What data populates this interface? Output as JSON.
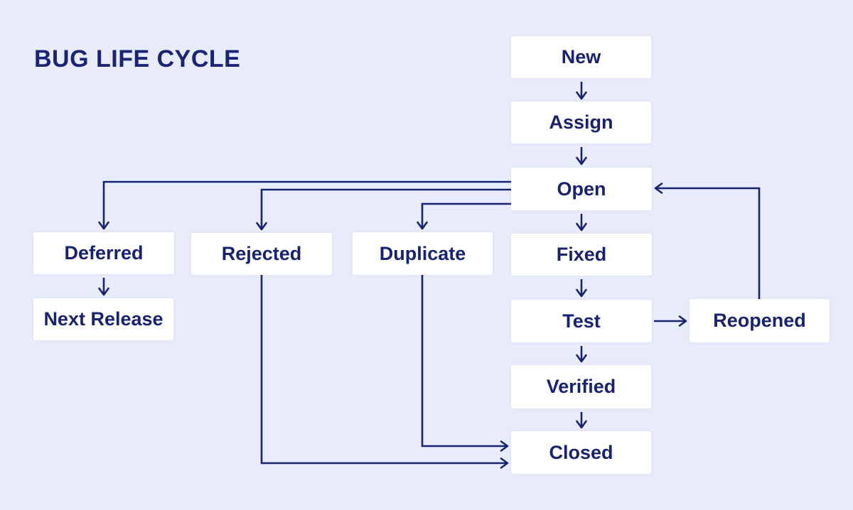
{
  "title": "BUG LIFE CYCLE",
  "nodes": [
    {
      "id": "new",
      "label": "New"
    },
    {
      "id": "assign",
      "label": "Assign"
    },
    {
      "id": "open",
      "label": "Open"
    },
    {
      "id": "deferred",
      "label": "Deferred"
    },
    {
      "id": "next-release",
      "label": "Next Release"
    },
    {
      "id": "rejected",
      "label": "Rejected"
    },
    {
      "id": "duplicate",
      "label": "Duplicate"
    },
    {
      "id": "fixed",
      "label": "Fixed"
    },
    {
      "id": "test",
      "label": "Test"
    },
    {
      "id": "reopened",
      "label": "Reopened"
    },
    {
      "id": "verified",
      "label": "Verified"
    },
    {
      "id": "closed",
      "label": "Closed"
    }
  ],
  "edges": [
    {
      "from": "New",
      "to": "Assign"
    },
    {
      "from": "Assign",
      "to": "Open"
    },
    {
      "from": "Open",
      "to": "Fixed"
    },
    {
      "from": "Open",
      "to": "Deferred"
    },
    {
      "from": "Open",
      "to": "Rejected"
    },
    {
      "from": "Open",
      "to": "Duplicate"
    },
    {
      "from": "Deferred",
      "to": "Next Release"
    },
    {
      "from": "Fixed",
      "to": "Test"
    },
    {
      "from": "Test",
      "to": "Reopened"
    },
    {
      "from": "Test",
      "to": "Verified"
    },
    {
      "from": "Reopened",
      "to": "Open"
    },
    {
      "from": "Verified",
      "to": "Closed"
    },
    {
      "from": "Rejected",
      "to": "Closed"
    },
    {
      "from": "Duplicate",
      "to": "Closed"
    }
  ],
  "colors": {
    "background": "#e8ecfa",
    "node_fill": "#ffffff",
    "line": "#172270",
    "text": "#172270",
    "title": "#1b2474"
  }
}
